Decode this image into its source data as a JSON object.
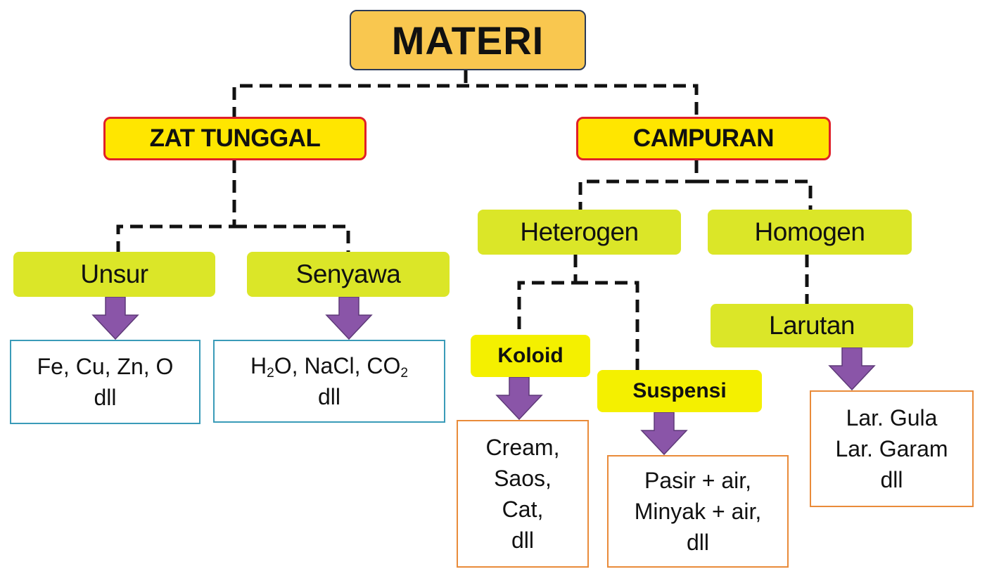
{
  "root": "MATERI",
  "zat_tunggal": {
    "label": "ZAT TUNGGAL",
    "unsur": {
      "label": "Unsur",
      "line1": "Fe, Cu, Zn, O",
      "line2": "dll"
    },
    "senyawa": {
      "label": "Senyawa",
      "h": "H",
      "h_sub": "2",
      "rest": "O, NaCl, CO",
      "co_sub": "2",
      "line2": "dll"
    }
  },
  "campuran": {
    "label": "CAMPURAN",
    "heterogen": {
      "label": "Heterogen",
      "koloid": {
        "label": "Koloid",
        "lines": [
          "Cream,",
          "Saos,",
          "Cat,",
          "dll"
        ]
      },
      "suspensi": {
        "label": "Suspensi",
        "lines": [
          "Pasir + air,",
          "Minyak + air,",
          "dll"
        ]
      }
    },
    "homogen": {
      "label": "Homogen",
      "larutan": {
        "label": "Larutan",
        "lines": [
          "Lar. Gula",
          "Lar. Garam",
          "dll"
        ]
      }
    }
  },
  "colors": {
    "root_fill": "#f9c74f",
    "red_border": "#e0202a",
    "yellow_fill": "#ffe600",
    "green_fill": "#dbe628",
    "arrow": "#8a55a8",
    "blue_border": "#3a9bb8",
    "orange_border": "#e98b3a"
  }
}
